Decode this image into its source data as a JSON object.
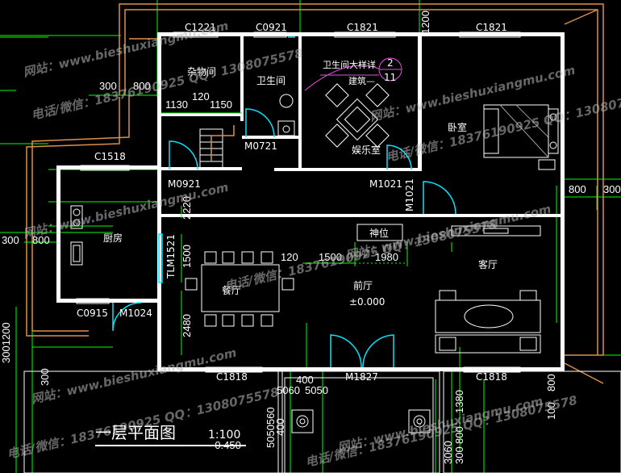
{
  "title": "一层平面图",
  "scale": "1:100",
  "rooms": {
    "storage": "杂物间",
    "toilet": "卫生间",
    "entertainment": "娱乐室",
    "bedroom": "卧室",
    "kitchen": "厨房",
    "shrine": "神位",
    "living": "客厅",
    "dining": "餐厅",
    "hall": "前厅",
    "hall_level": "±0.000"
  },
  "detail_note": {
    "line1": "卫生间大样详",
    "line2": "建筑—",
    "num_top": "2",
    "num_bottom": "11"
  },
  "windows": {
    "c1221": "C1221",
    "c0921": "C0921",
    "c1821_a": "C1821",
    "c1821_b": "C1821",
    "c1518": "C1518",
    "c0915": "C0915",
    "c1818_a": "C1818",
    "c1818_b": "C1818"
  },
  "doors": {
    "m0721": "M0721",
    "m0921": "M0921",
    "m1021_a": "M1021",
    "m1021_b": "M1021",
    "m1024": "M1024",
    "m1521": "TLM1521",
    "m1827": "M1827"
  },
  "dimensions": {
    "d300_left": "300",
    "d800_left": "800",
    "d1130": "1130",
    "d120_a": "120",
    "d1150": "1150",
    "d1200_top": "1200",
    "d800_right": "800",
    "d300_right": "300",
    "d2220": "2220",
    "d300_kit": "300",
    "d800_kit": "800",
    "d1500_v": "1500",
    "d120_b": "120",
    "d1500_h": "1500",
    "d1980": "1980",
    "d2480": "2480",
    "d1200_left_v": "3001200",
    "d300_bot_left": "300",
    "d400": "400",
    "d5060": "5060",
    "d5050": "5050",
    "d400_b": "400",
    "d5050_b": "5050560",
    "d1380": "1380",
    "d800_b": "800",
    "d300_b": "300",
    "d600": "3060",
    "d800_c": "800",
    "d450": "-0.450",
    "d100": "100"
  },
  "watermarks": [
    "网站：www.bieshuxiangmu.com",
    "电话/微信：18376190925  QQ：1308075578"
  ]
}
